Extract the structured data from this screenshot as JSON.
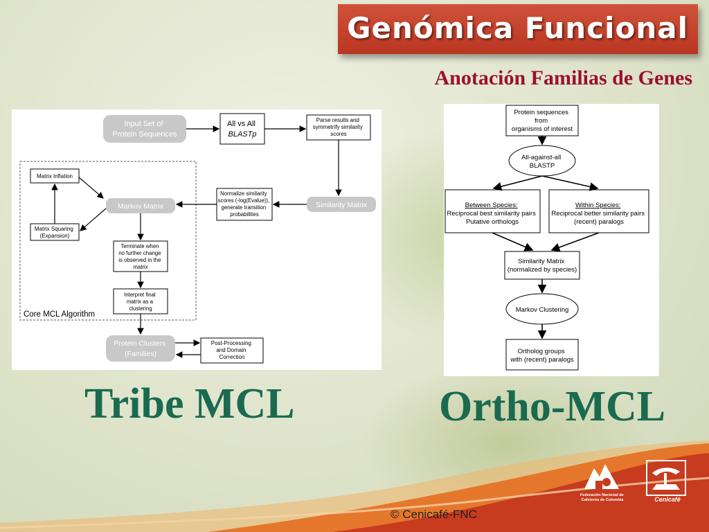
{
  "header": {
    "banner_title": "Genómica Funcional",
    "subtitle": "Anotación Familias de Genes"
  },
  "tribe_diagram": {
    "input": [
      "Input Set of",
      "Protein Sequences"
    ],
    "blast": [
      "All vs All",
      "BLASTp"
    ],
    "parse": [
      "Parse results and",
      "symmetrify similarity",
      "scores"
    ],
    "similarity": "Similarity Matrix",
    "normalize": [
      "Normalize similarity",
      "scores (-log(Evalue)),",
      "generate transition",
      "probabilities"
    ],
    "markov": "Markov Matrix",
    "inflation": "Matrix Inflation",
    "squaring": [
      "Matrix Squaring",
      "(Expansion)"
    ],
    "terminate": [
      "Terminate when",
      "no further change",
      "is observed in the",
      "matrix"
    ],
    "interpret": [
      "Interpret final",
      "matrix as a",
      "clustering"
    ],
    "core_label": "Core MCL Algorithm",
    "clusters": [
      "Protein Clusters",
      "(Families)"
    ],
    "postproc": [
      "Post-Processing",
      "and Domain",
      "Correction"
    ]
  },
  "ortho_diagram": {
    "proteins": [
      "Protein sequences",
      "from",
      "organisms of interest"
    ],
    "allvsall": [
      "All-against-all",
      "BLASTP"
    ],
    "between": [
      "Between Species:",
      "Reciprocal best similarity pairs",
      "Putative orthologs"
    ],
    "within": [
      "Within Species:",
      "Reciprocal better similarity pairs",
      "(recent) paralogs"
    ],
    "simmatrix": [
      "Similarity Matrix",
      "(normalized by species)"
    ],
    "markov": "Markov Clustering",
    "groups": [
      "Ortholog groups",
      "with (recent) paralogs"
    ]
  },
  "captions": {
    "left": "Tribe MCL",
    "right": "Ortho-MCL"
  },
  "footer": {
    "copyright": "© Cenicafé-FNC"
  },
  "logos": {
    "fnc": [
      "Federación Nacional de",
      "Cafeteros de Colombia"
    ],
    "cenicafe": "Cenicafé"
  },
  "colors": {
    "banner": "#c0412a",
    "subtitle": "#9a1030",
    "caption": "#1a6a50",
    "wave": "#c73b1e"
  }
}
